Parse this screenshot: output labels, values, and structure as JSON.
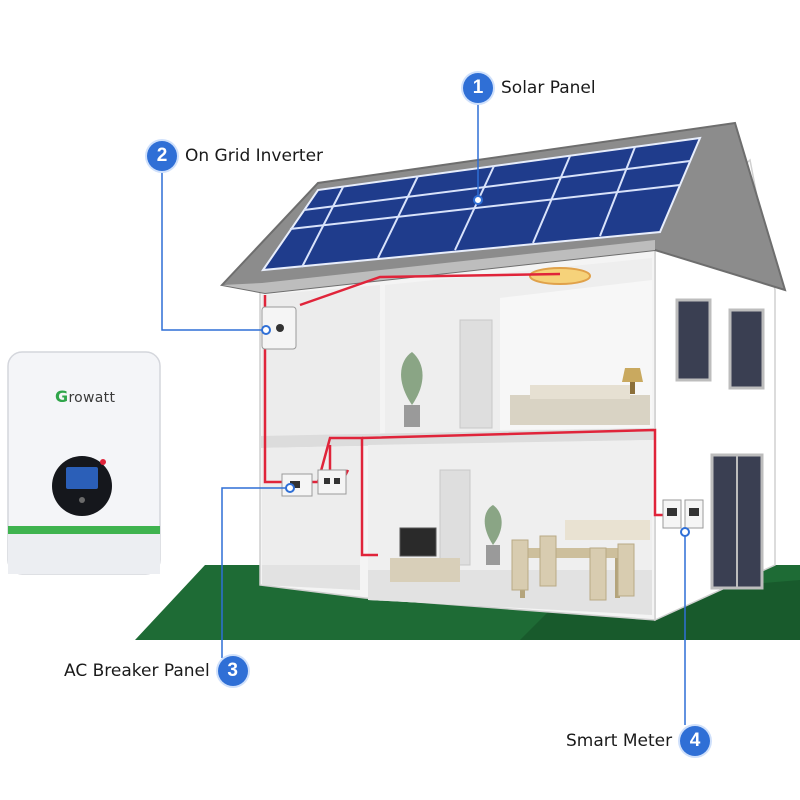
{
  "callouts": [
    {
      "number": "1",
      "label": "Solar Panel"
    },
    {
      "number": "2",
      "label": "On Grid Inverter"
    },
    {
      "number": "3",
      "label": "AC Breaker Panel"
    },
    {
      "number": "4",
      "label": "Smart Meter"
    }
  ],
  "inverter": {
    "brand_initial": "G",
    "brand_rest": "rowatt"
  },
  "colors": {
    "badge": "#2f6fd6",
    "callout_line": "#2f6fd6",
    "wire": "#e0243a",
    "panel": "#1f3c8c",
    "roof": "#8c8c8c",
    "lawn": "#1e6b35",
    "brand_green": "#2fa54a"
  }
}
